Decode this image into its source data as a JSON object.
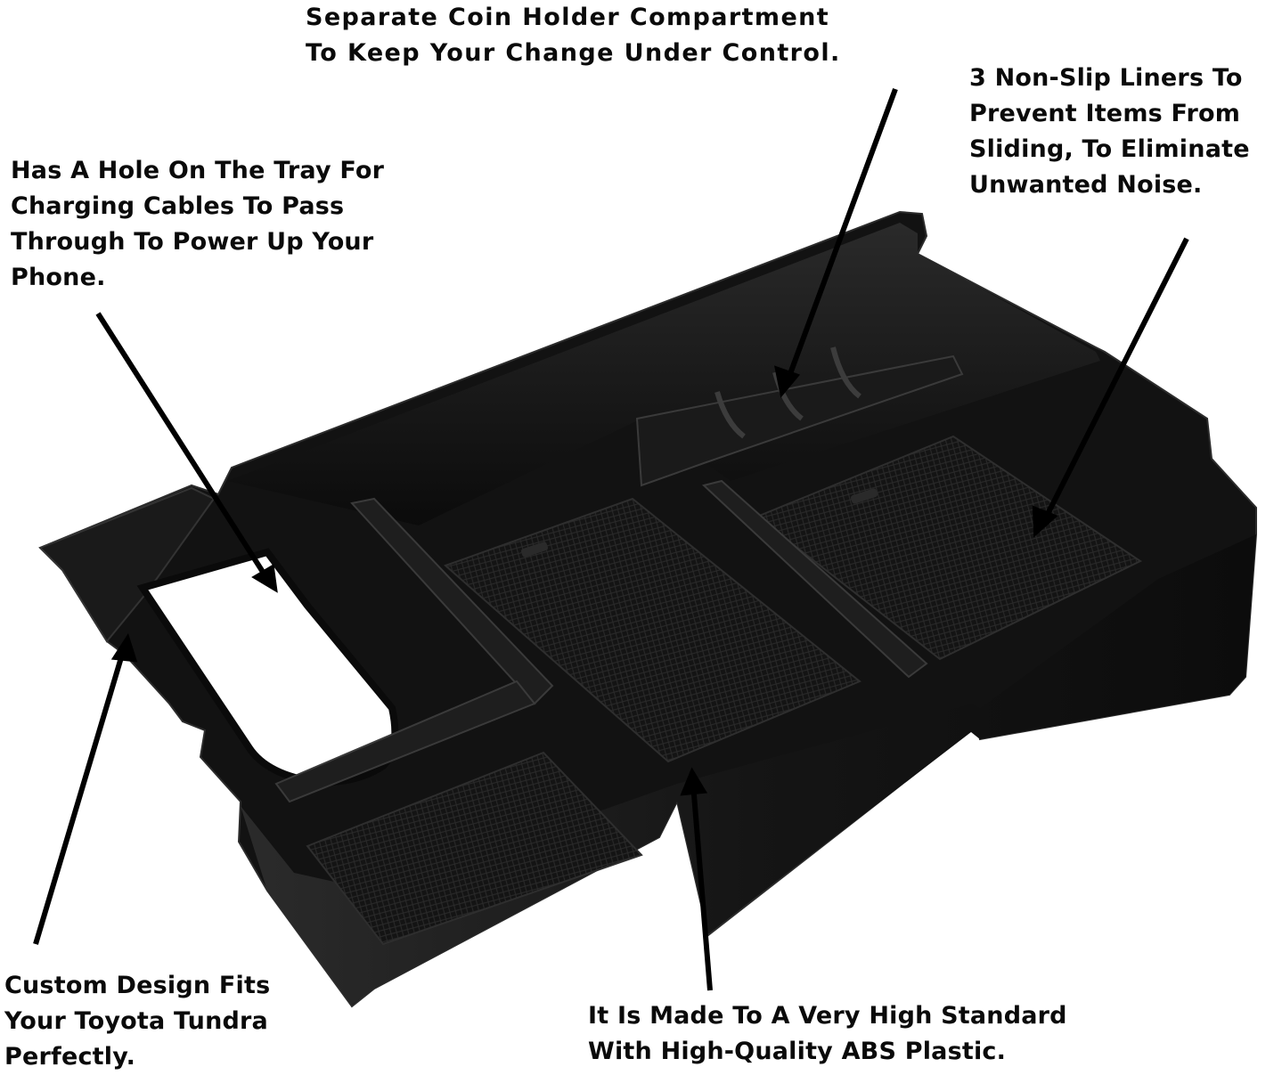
{
  "infographic": {
    "subject": "Center console organizer tray",
    "colors": {
      "background": "#ffffff",
      "text": "#0a0a0a",
      "tray_dark": "#0d0d0d",
      "tray_mid": "#1c1c1c",
      "tray_highlight": "#3a3a3a",
      "arrow": "#000000"
    },
    "callouts": {
      "coin_holder": {
        "lines": [
          "Separate Coin Holder Compartment",
          "To Keep Your Change Under Control."
        ]
      },
      "non_slip_liners": {
        "lines": [
          "3 Non-Slip Liners To",
          "Prevent Items From",
          "Sliding, To Eliminate",
          "Unwanted Noise."
        ]
      },
      "cable_hole": {
        "lines": [
          "Has A Hole On The Tray For",
          "Charging Cables To Pass",
          "Through To Power Up Your",
          "Phone."
        ]
      },
      "custom_fit": {
        "lines": [
          "Custom Design Fits",
          "Your Toyota Tundra",
          "Perfectly."
        ]
      },
      "abs_plastic": {
        "lines": [
          "It Is Made To A Very High Standard",
          "With High-Quality ABS Plastic."
        ]
      }
    }
  }
}
